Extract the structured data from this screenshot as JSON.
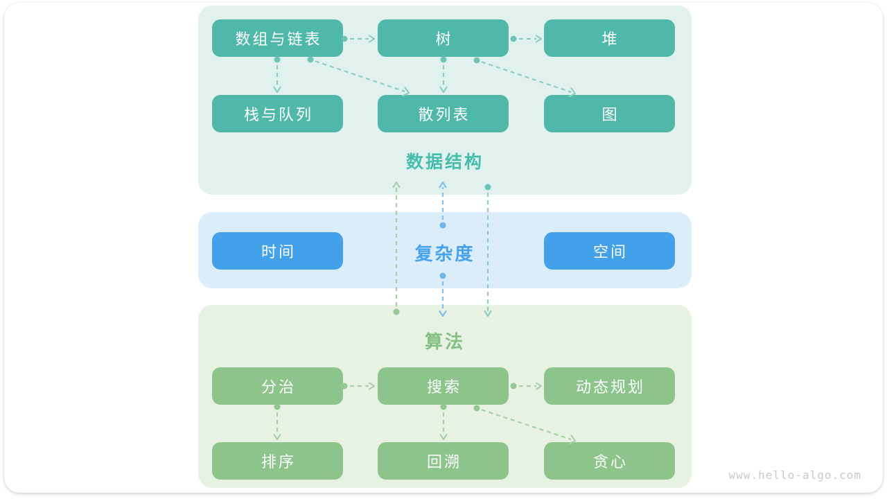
{
  "watermark": "www.hello-algo.com",
  "colors": {
    "ds_bg": "#e0f1ee",
    "ds_box": "#4fb8a9",
    "ds_label": "#47bcaa",
    "cx_bg": "#dcedfa",
    "cx_box": "#42a1e9",
    "cx_label": "#46a2eb",
    "al_bg": "#e7f2e3",
    "al_box": "#8cc48b",
    "al_label": "#84bf83",
    "edge_teal": "#8bcfc4",
    "dot_teal": "#6fc4b5",
    "edge_green": "#a9d1a6",
    "dot_green": "#97c893",
    "edge_blue": "#7fbeed",
    "dot_blue": "#6fb4ea",
    "watermark": "#c9c9c9"
  },
  "sections": {
    "data_structures": {
      "label": "数据结构",
      "nodes": {
        "arrays": "数组与链表",
        "tree": "树",
        "heap": "堆",
        "stack_queue": "栈与队列",
        "hash": "散列表",
        "graph": "图"
      }
    },
    "complexity": {
      "label": "复杂度",
      "nodes": {
        "time": "时间",
        "space": "空间"
      }
    },
    "algorithms": {
      "label": "算法",
      "nodes": {
        "divide": "分治",
        "search": "搜索",
        "dp": "动态规划",
        "sort": "排序",
        "backtrack": "回溯",
        "greedy": "贪心"
      }
    }
  },
  "edges": [
    {
      "from": "数组与链表",
      "to": "树"
    },
    {
      "from": "树",
      "to": "堆"
    },
    {
      "from": "数组与链表",
      "to": "栈与队列"
    },
    {
      "from": "树",
      "to": "散列表"
    },
    {
      "from": "数组与链表",
      "to": "散列表"
    },
    {
      "from": "树",
      "to": "图"
    },
    {
      "from": "复杂度",
      "to": "数据结构"
    },
    {
      "from": "复杂度",
      "to": "算法"
    },
    {
      "from": "算法",
      "to": "数据结构"
    },
    {
      "from": "数据结构",
      "to": "算法"
    },
    {
      "from": "分治",
      "to": "搜索"
    },
    {
      "from": "搜索",
      "to": "动态规划"
    },
    {
      "from": "分治",
      "to": "排序"
    },
    {
      "from": "搜索",
      "to": "回溯"
    },
    {
      "from": "搜索",
      "to": "贪心"
    }
  ]
}
